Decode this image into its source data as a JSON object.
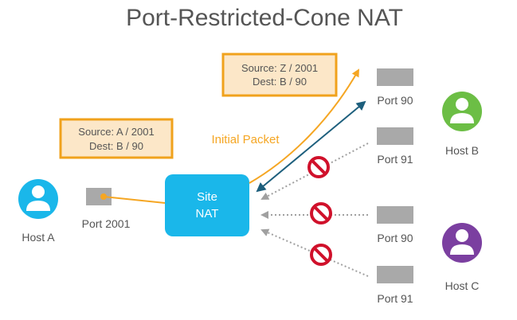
{
  "title": "Port-Restricted-Cone NAT",
  "colors": {
    "text": "#555555",
    "accent_orange": "#f5a623",
    "box_border": "#f0a21c",
    "box_fill": "#fce7c8",
    "nat_fill": "#1ab7ea",
    "port_gray": "#a9a9a9",
    "host_a": "#1ab7ea",
    "host_b": "#6cbe45",
    "host_c": "#7b3fa0",
    "arrow_teal": "#1d5f7d",
    "block_red": "#d0112b",
    "dotted": "#a0a0a0"
  },
  "nat": {
    "line1": "Site",
    "line2": "NAT"
  },
  "hosts": {
    "a": {
      "label": "Host A",
      "icon": "person-icon"
    },
    "b": {
      "label": "Host B",
      "icon": "person-icon"
    },
    "c": {
      "label": "Host C",
      "icon": "person-icon"
    }
  },
  "ports": {
    "source": "Port 2001",
    "b_top": "Port 90",
    "b_bottom": "Port 91",
    "c_top": "Port 90",
    "c_bottom": "Port 91"
  },
  "boxes": {
    "inside": {
      "line1": "Source: A / 2001",
      "line2": "Dest: B / 90"
    },
    "outside": {
      "line1": "Source: Z / 2001",
      "line2": "Dest: B / 90"
    }
  },
  "initial_packet": "Initial Packet"
}
